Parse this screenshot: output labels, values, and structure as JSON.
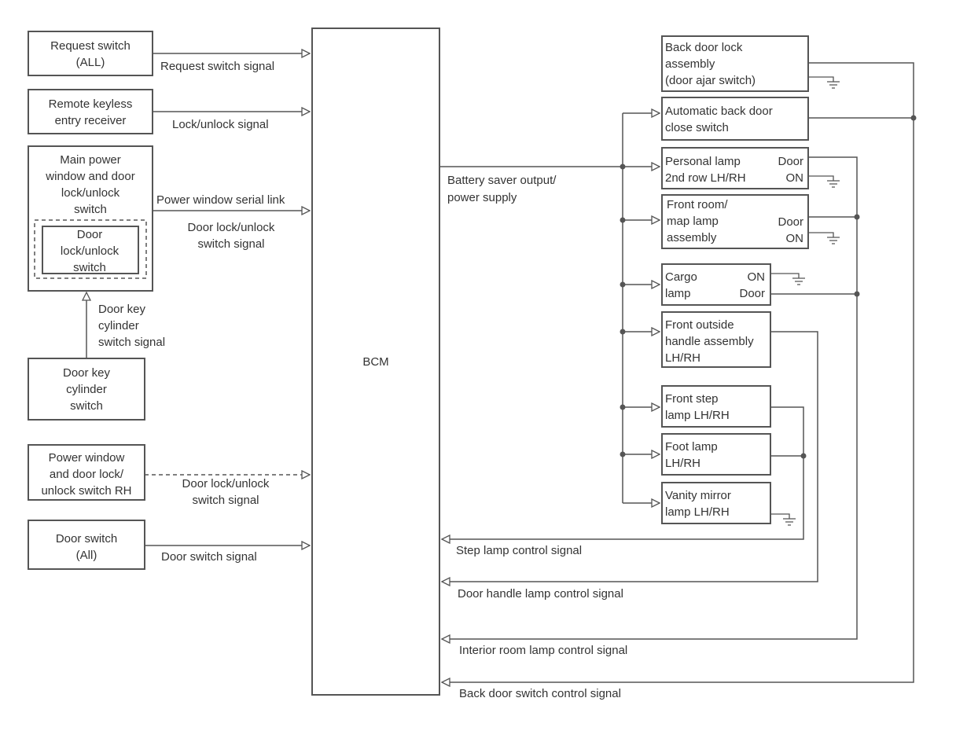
{
  "left_boxes": {
    "request_switch": [
      "Request switch",
      "(ALL)"
    ],
    "keyless_receiver": [
      "Remote keyless",
      "entry receiver"
    ],
    "main_power_window": [
      "Main power",
      "window and door",
      "lock/unlock",
      "switch"
    ],
    "door_lock_switch_inner": [
      "Door",
      "lock/unlock",
      "switch"
    ],
    "door_key_cylinder": [
      "Door key",
      "cylinder",
      "switch"
    ],
    "power_window_rh": [
      "Power window",
      "and door lock/",
      "unlock switch RH"
    ],
    "door_switch": [
      "Door switch",
      "(All)"
    ]
  },
  "left_signals": {
    "request": "Request switch signal",
    "lock_unlock": "Lock/unlock signal",
    "serial_link": "Power window serial link",
    "door_lock_signal": [
      "Door lock/unlock",
      "switch signal"
    ],
    "key_cylinder_signal": [
      "Door key",
      "cylinder",
      "switch signal"
    ],
    "rh_signal": [
      "Door lock/unlock",
      "switch signal"
    ],
    "door_switch_signal": "Door switch signal"
  },
  "bcm": {
    "label": "BCM"
  },
  "battery_saver": [
    "Battery saver output/",
    "power supply"
  ],
  "right_boxes": {
    "back_door_lock": [
      "Back door lock",
      "assembly",
      "(door ajar switch)"
    ],
    "auto_back_door": [
      "Automatic back door",
      "close switch"
    ],
    "personal_lamp": [
      "Personal lamp",
      "2nd row LH/RH"
    ],
    "personal_lamp_door": "Door",
    "personal_lamp_on": "ON",
    "front_room": [
      "Front room/",
      "map lamp",
      "assembly"
    ],
    "front_room_door": "Door",
    "front_room_on": "ON",
    "cargo": [
      "Cargo",
      "lamp"
    ],
    "cargo_on": "ON",
    "cargo_door": "Door",
    "front_outside_handle": [
      "Front outside",
      "handle assembly",
      "LH/RH"
    ],
    "front_step": [
      "Front step",
      "lamp LH/RH"
    ],
    "foot_lamp": [
      "Foot lamp",
      "LH/RH"
    ],
    "vanity_mirror": [
      "Vanity mirror",
      "lamp LH/RH"
    ]
  },
  "return_signals": {
    "step_lamp": "Step lamp control signal",
    "door_handle": "Door handle lamp control signal",
    "interior_room": "Interior room lamp control signal",
    "back_door_switch": "Back door switch control signal"
  }
}
